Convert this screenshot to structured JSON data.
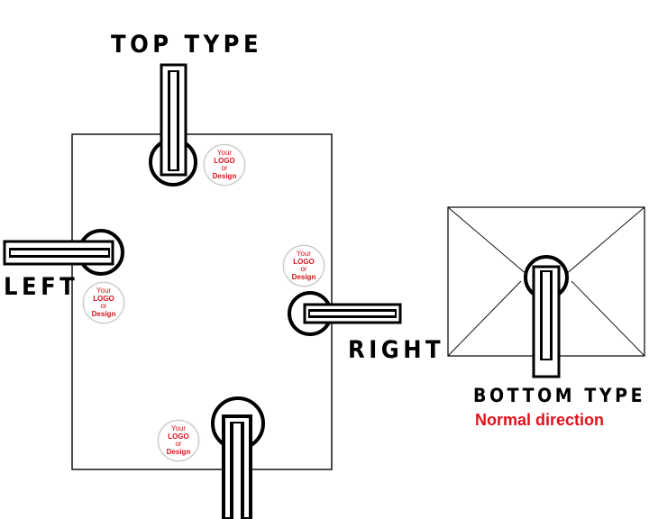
{
  "labels": {
    "top": "TOP TYPE",
    "left": "LEFT",
    "right": "RIGHT",
    "bottom": "BOTTOM TYPE",
    "bottom_sub": "Normal direction"
  },
  "logo": {
    "line1": "Your",
    "line2": "LOGO",
    "line3": "or",
    "line4": "Design"
  },
  "colors": {
    "accent": "#e0121b",
    "line": "#000000"
  }
}
